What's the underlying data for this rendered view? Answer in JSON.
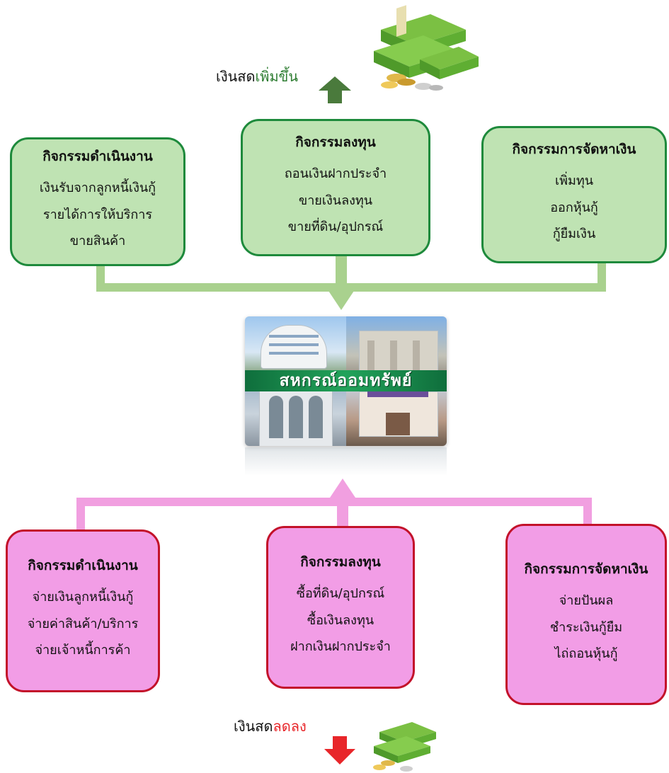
{
  "cash_increase": {
    "prefix": "เงินสด",
    "highlight": "เพิ่มขึ้น",
    "highlight_color": "#2e7d32",
    "arrow_color": "#4a7a3c"
  },
  "cash_decrease": {
    "prefix": "เงินสด",
    "highlight": "ลดลง",
    "highlight_color": "#e8262a",
    "arrow_color": "#e8262a"
  },
  "inflows": {
    "operating": {
      "title": "กิจกรรมดำเนินงาน",
      "items": [
        "เงินรับจากลูกหนี้เงินกู้",
        "รายได้การให้บริการ",
        "ขายสินค้า"
      ]
    },
    "investing": {
      "title": "กิจกรรมลงทุน",
      "items": [
        "ถอนเงินฝากประจำ",
        "ขายเงินลงทุน",
        "ขายที่ดิน/อุปกรณ์"
      ]
    },
    "financing": {
      "title": "กิจกรรมการจัดหาเงิน",
      "items": [
        "เพิ่มทุน",
        "ออกหุ้นกู้",
        "กู้ยืมเงิน"
      ]
    }
  },
  "center": {
    "banner": "สหกรณ์ออมทรัพย์"
  },
  "outflows": {
    "operating": {
      "title": "กิจกรรมดำเนินงาน",
      "items": [
        "จ่ายเงินลูกหนี้เงินกู้",
        "จ่ายค่าสินค้า/บริการ",
        "จ่ายเจ้าหนี้การค้า"
      ]
    },
    "investing": {
      "title": "กิจกรรมลงทุน",
      "items": [
        "ซื้อที่ดิน/อุปกรณ์",
        "ซื้อเงินลงทุน",
        "ฝากเงินฝากประจำ"
      ]
    },
    "financing": {
      "title": "กิจกรรมการจัดหาเงิน",
      "items": [
        "จ่ายปันผล",
        "ชำระเงินกู้ยืม",
        "ไถ่ถอนหุ้นกู้"
      ]
    }
  },
  "colors": {
    "inflow_fill": "#bfe3b3",
    "inflow_border": "#1e8a3c",
    "outflow_fill": "#f29de6",
    "outflow_border": "#c3122a",
    "inflow_connector": "#a9d18e",
    "outflow_connector": "#f19fe0"
  },
  "icons": [
    "money-stack-icon",
    "up-arrow-icon",
    "down-arrow-icon",
    "cooperative-photo"
  ]
}
